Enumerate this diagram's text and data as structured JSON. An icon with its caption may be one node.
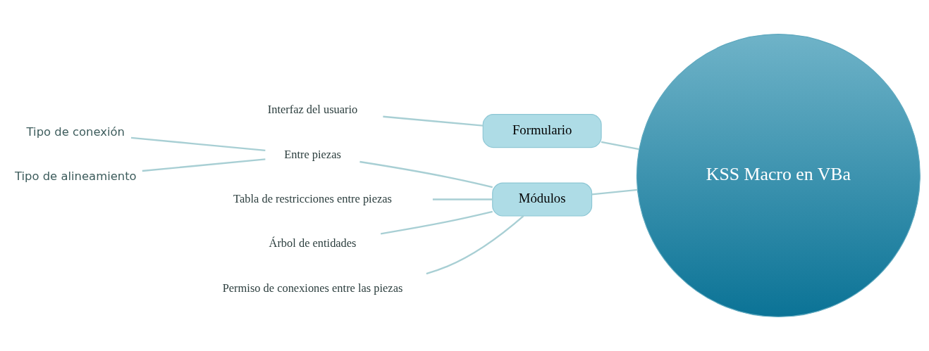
{
  "diagram": {
    "nodes": [
      {
        "text": [
          "KSS Macro en VBa"
        ]
      },
      {
        "text": [
          "Formulario"
        ]
      },
      {
        "text": [
          "Interfaz del usuario"
        ]
      },
      {
        "text": [
          "Módulos"
        ]
      },
      {
        "text": [
          "Entre piezas"
        ]
      },
      {
        "text": [
          "Tipo de conexión"
        ]
      },
      {
        "text": [
          "Tipo de alineamiento"
        ]
      },
      {
        "text": [
          "Tabla de restricciones entre piezas"
        ]
      },
      {
        "text": [
          "Árbol de entidades"
        ]
      },
      {
        "text": [
          "Permiso de conexiones entre las piezas"
        ]
      }
    ],
    "edges": [
      {
        "from": 0,
        "to": 1,
        "arrow": "none"
      },
      {
        "from": 1,
        "to": 2,
        "arrow": "none"
      },
      {
        "from": 0,
        "to": 3,
        "arrow": "none"
      },
      {
        "from": 3,
        "to": 4,
        "arrow": "none"
      },
      {
        "from": 4,
        "to": 5,
        "arrow": "none"
      },
      {
        "from": 4,
        "to": 6,
        "arrow": "none"
      },
      {
        "from": 3,
        "to": 7,
        "arrow": "none"
      },
      {
        "from": 3,
        "to": 8,
        "arrow": "none"
      },
      {
        "from": 3,
        "to": 9,
        "arrow": "none"
      }
    ]
  }
}
